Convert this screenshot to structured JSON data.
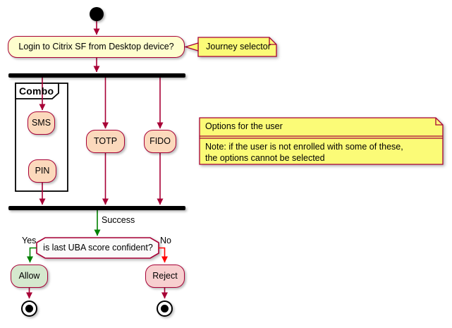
{
  "diagram": {
    "type": "activity-flowchart",
    "nodes": {
      "login_activity": "Login to Citrix SF from Desktop device?",
      "sms": "SMS",
      "pin": "PIN",
      "totp": "TOTP",
      "fido": "FIDO",
      "allow": "Allow",
      "reject": "Reject"
    },
    "partition_label": "Combo",
    "decision": {
      "question": "is last UBA score confident?",
      "yes_label": "Yes",
      "no_label": "No"
    },
    "edge_labels": {
      "success": "Success"
    },
    "notes": {
      "journey_selector": {
        "text": "Journey selector"
      },
      "options": {
        "title": "Options for the user",
        "body": "Note: if the user is not enrolled with some of these,\nthe options cannot be selected"
      }
    },
    "colors": {
      "border_accent": "#A80036",
      "activity_fill": "#FEFECE",
      "option_fill": "#FBD9BC",
      "note_fill": "#FBFB77",
      "allow_fill": "#D5E8CE",
      "reject_fill": "#F7CFCF",
      "decision_fill": "#FAFAFA",
      "success_arrow_color": "#008000",
      "no_arrow_color": "#FF0000",
      "bar_color": "#000000"
    }
  }
}
